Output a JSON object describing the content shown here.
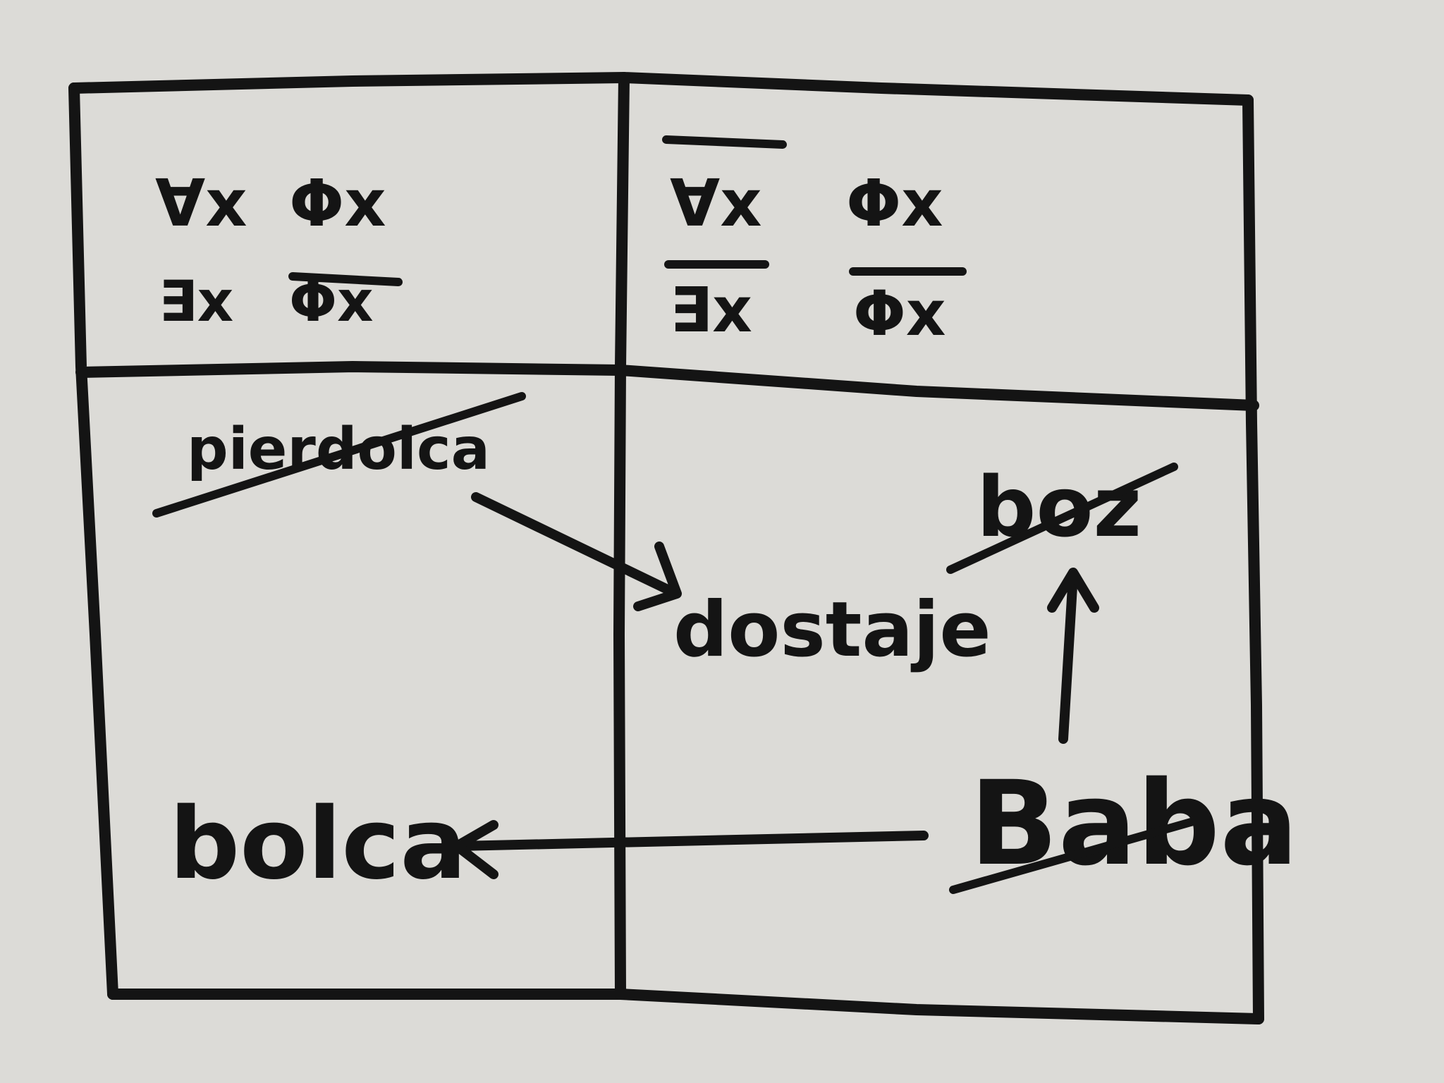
{
  "quadrants": {
    "top_left": {
      "formulas": [
        {
          "quantifier": "∀x",
          "predicate": "Φx",
          "quantifier_negated": false,
          "predicate_negated": false
        },
        {
          "quantifier": "∃x",
          "predicate": "Φx",
          "quantifier_negated": false,
          "predicate_negated": true
        }
      ]
    },
    "top_right": {
      "formulas": [
        {
          "quantifier": "∀x",
          "predicate": "Φx",
          "quantifier_negated": true,
          "predicate_negated": false
        },
        {
          "quantifier": "∃x",
          "predicate": "Φx",
          "quantifier_negated": true,
          "predicate_negated": true
        }
      ]
    },
    "bottom_left": {
      "crossed_word": "pierdolca",
      "word": "bolca"
    },
    "bottom_right": {
      "word_middle": "dostaje",
      "crossed_word_top": "boz",
      "crossed_word_bottom": "Baba"
    }
  },
  "arrows": [
    {
      "from": "pierdolca",
      "to": "dostaje"
    },
    {
      "from": "Baba",
      "to": "bolca"
    },
    {
      "from": "Baba",
      "to": "boz"
    }
  ],
  "colors": {
    "paper": "#dcdbd7",
    "ink": "#141414"
  }
}
